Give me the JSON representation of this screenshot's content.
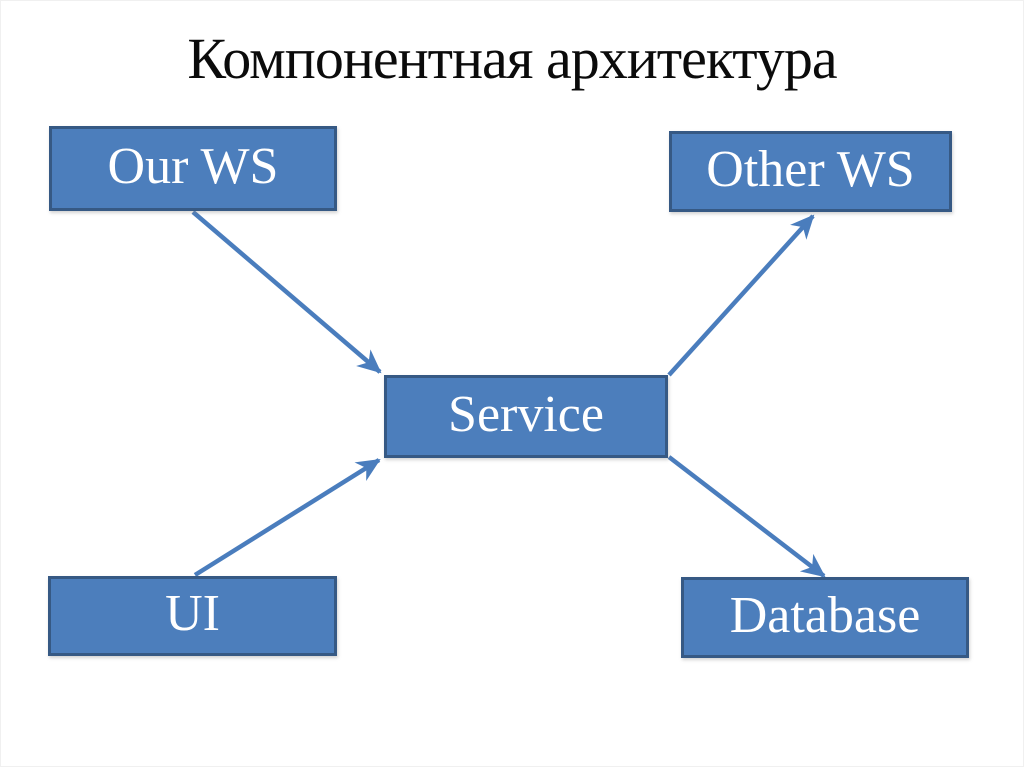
{
  "slide": {
    "title": "Компонентная архитектура",
    "nodes": [
      {
        "id": "our-ws",
        "label": "Our WS"
      },
      {
        "id": "other-ws",
        "label": "Other WS"
      },
      {
        "id": "service",
        "label": "Service"
      },
      {
        "id": "ui",
        "label": "UI"
      },
      {
        "id": "database",
        "label": "Database"
      }
    ],
    "edges": [
      {
        "from": "Our WS",
        "to": "Service"
      },
      {
        "from": "UI",
        "to": "Service"
      },
      {
        "from": "Service",
        "to": "Other WS"
      },
      {
        "from": "Service",
        "to": "Database"
      }
    ],
    "colors": {
      "node_fill": "#4C7EBC",
      "node_border": "#365984",
      "arrow": "#4A7DBD",
      "node_text": "#FFFFFF",
      "title_text": "#0B0B0B",
      "background": "#FFFFFF"
    }
  }
}
